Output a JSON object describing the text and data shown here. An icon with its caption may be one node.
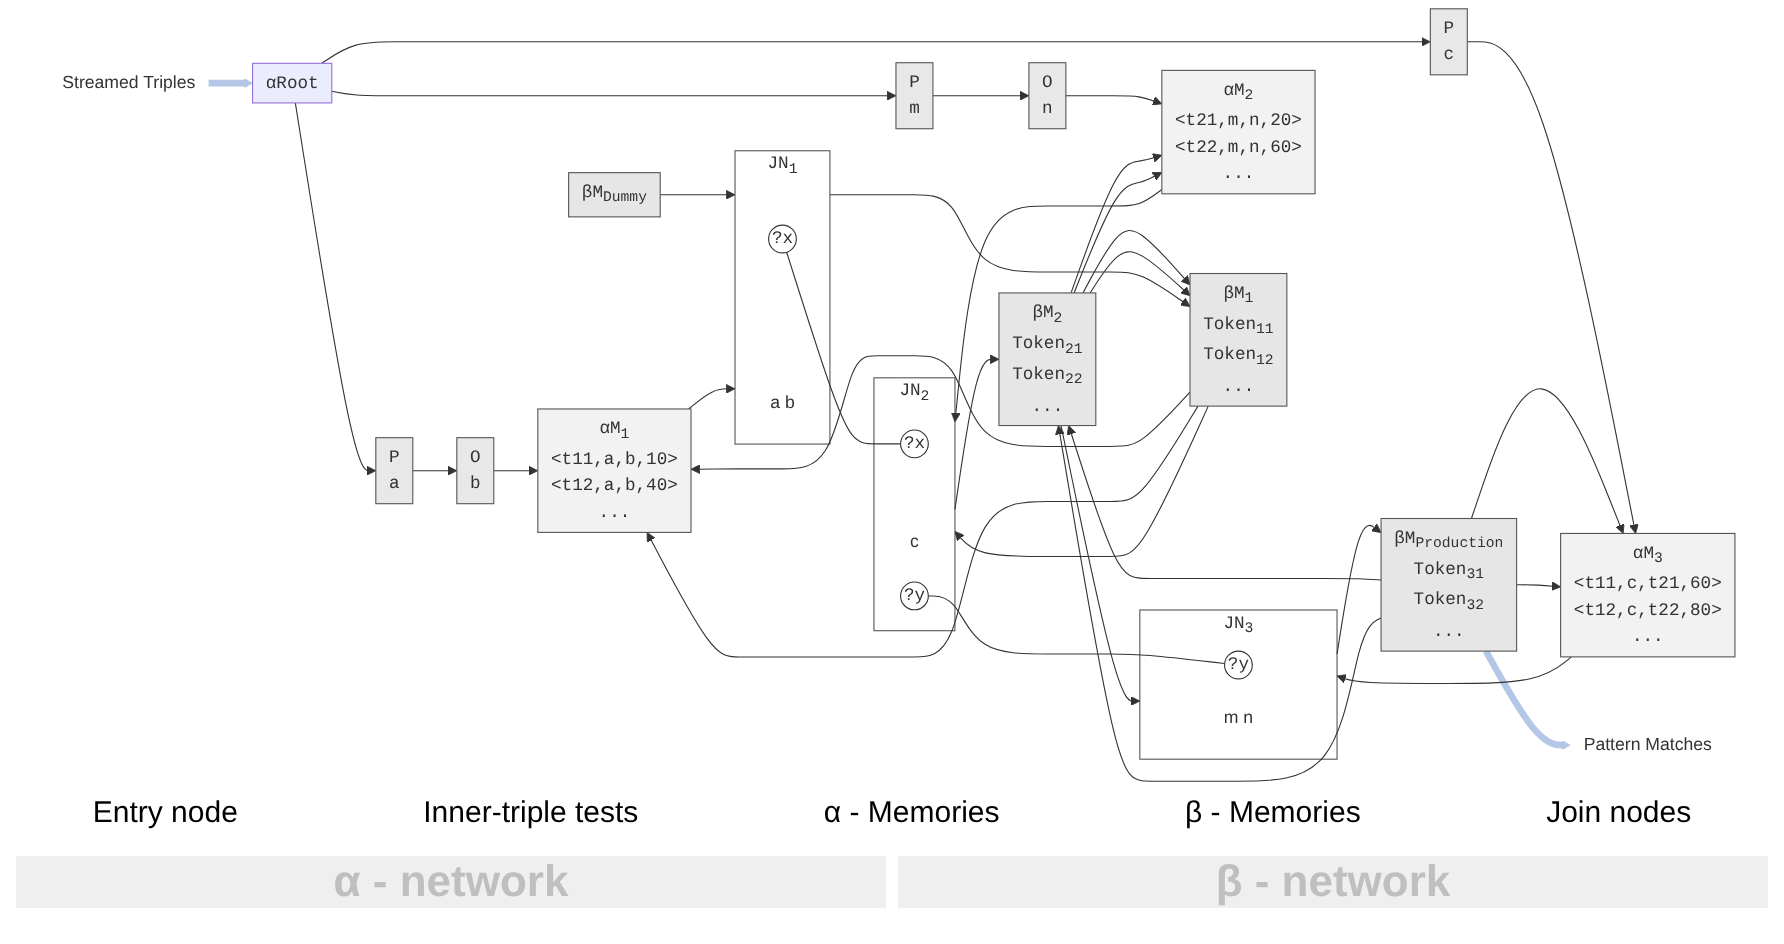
{
  "diagram": {
    "nodes": [
      {
        "text": [
          "Streamed Triples"
        ]
      },
      {
        "text": [
          "αRoot"
        ]
      },
      {
        "text": [
          "P",
          "a"
        ]
      },
      {
        "text": [
          "P",
          "m"
        ]
      },
      {
        "text": [
          "P",
          "c"
        ]
      },
      {
        "text": [
          "O",
          "b"
        ]
      },
      {
        "text": [
          "O",
          "n"
        ]
      },
      {
        "text": [
          "αM$_{1}$",
          "<t11,a,b,10>",
          "<t12,a,b,40>",
          "..."
        ]
      },
      {
        "text": [
          "αM$_{2}$",
          "<t21,m,n,20>",
          "<t22,m,n,60>",
          "..."
        ]
      },
      {
        "text": [
          "αM$_{3}$",
          "<t11,c,t21,60>",
          "<t12,c,t22,80>",
          "..."
        ]
      },
      {
        "text": [
          "βM$_{Dummy}$"
        ]
      },
      {
        "text": [
          "βM$_{1}$",
          "Token$_{11}$",
          "Token$_{12}$",
          "..."
        ]
      },
      {
        "text": [
          "βM$_{2}$",
          "Token$_{21}$",
          "Token$_{22}$",
          "..."
        ]
      },
      {
        "text": [
          "βM$_{Production}$",
          "Token$_{31}$",
          "Token$_{32}$",
          "..."
        ]
      },
      {
        "text": [
          "JN$_{1}$"
        ]
      },
      {
        "text": [
          "?x"
        ],
        "in": 14
      },
      {
        "text": [
          "a b"
        ],
        "in": 14
      },
      {
        "text": [
          "JN$_{2}$"
        ]
      },
      {
        "text": [
          "?x"
        ],
        "in": 17
      },
      {
        "text": [
          "c"
        ],
        "in": 17
      },
      {
        "text": [
          "?y"
        ],
        "in": 17
      },
      {
        "text": [
          "JN$_{3}$"
        ]
      },
      {
        "text": [
          "?y"
        ],
        "in": 21
      },
      {
        "text": [
          "m n"
        ],
        "in": 21
      },
      {
        "text": [
          "Pattern Matches"
        ]
      }
    ],
    "edges": [
      {
        "from": 0,
        "to": 1,
        "arrow": "to",
        "style": "thick",
        "color": "#b4c7e7"
      },
      {
        "from": 1,
        "to": 2,
        "arrow": "to"
      },
      {
        "from": 1,
        "to": 3,
        "arrow": "to"
      },
      {
        "from": 1,
        "to": 4,
        "arrow": "to"
      },
      {
        "from": 2,
        "to": 5,
        "arrow": "to"
      },
      {
        "from": 3,
        "to": 6,
        "arrow": "to"
      },
      {
        "from": 5,
        "to": 7,
        "arrow": "to"
      },
      {
        "from": 6,
        "to": 8,
        "arrow": "to"
      },
      {
        "from": 4,
        "to": 9,
        "arrow": "to"
      },
      {
        "from": 10,
        "to": 14,
        "arrow": "to"
      },
      {
        "from": 7,
        "to": 14,
        "arrow": "to"
      },
      {
        "from": 14,
        "to": 11,
        "arrow": "to"
      },
      {
        "from": 11,
        "to": 17,
        "arrow": "to"
      },
      {
        "from": 8,
        "to": 17,
        "arrow": "to"
      },
      {
        "from": 17,
        "to": 12,
        "arrow": "to"
      },
      {
        "from": 12,
        "to": 21,
        "arrow": "to"
      },
      {
        "from": 9,
        "to": 21,
        "arrow": "to"
      },
      {
        "from": 21,
        "to": 13,
        "arrow": "to"
      },
      {
        "from": 11,
        "to": 7,
        "arrow": "to"
      },
      {
        "from": 11,
        "to": 7,
        "arrow": "to"
      },
      {
        "from": 12,
        "to": 8,
        "arrow": "to"
      },
      {
        "from": 12,
        "to": 8,
        "arrow": "to"
      },
      {
        "from": 13,
        "to": 9,
        "arrow": "to"
      },
      {
        "from": 13,
        "to": 9,
        "arrow": "to"
      },
      {
        "from": 12,
        "to": 11,
        "arrow": "to"
      },
      {
        "from": 12,
        "to": 11,
        "arrow": "to"
      },
      {
        "from": 13,
        "to": 12,
        "arrow": "to"
      },
      {
        "from": 13,
        "to": 12,
        "arrow": "to"
      },
      {
        "from": 15,
        "to": 18,
        "arrow": "none"
      },
      {
        "from": 20,
        "to": 22,
        "arrow": "none"
      },
      {
        "from": 13,
        "to": 24,
        "arrow": "to",
        "style": "thick",
        "color": "#b4c7e7"
      }
    ],
    "labels": [
      "Entry node",
      "Inner-triple tests",
      "α - Memories",
      "β - Memories",
      "Join nodes",
      "α - network",
      "β - network"
    ]
  }
}
